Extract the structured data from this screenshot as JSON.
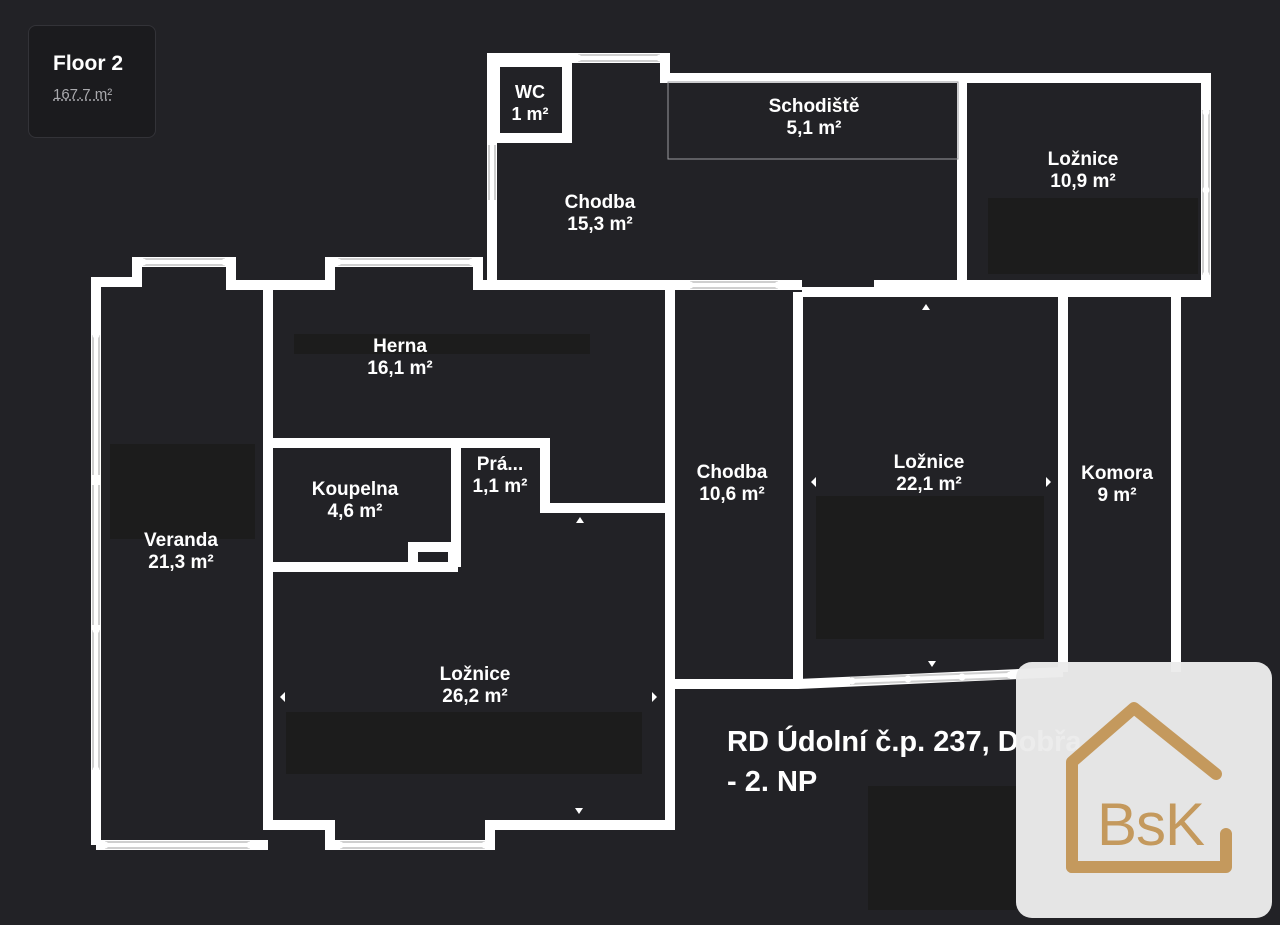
{
  "floor": {
    "title": "Floor 2",
    "area": "167.7 m²"
  },
  "rooms": [
    {
      "id": "wc",
      "name": "WC",
      "area": "1 m²"
    },
    {
      "id": "schodiste",
      "name": "Schodiště",
      "area": "5,1 m²"
    },
    {
      "id": "loznice-ne",
      "name": "Ložnice",
      "area": "10,9 m²"
    },
    {
      "id": "chodba-n",
      "name": "Chodba",
      "area": "15,3 m²"
    },
    {
      "id": "herna",
      "name": "Herna",
      "area": "16,1 m²"
    },
    {
      "id": "veranda",
      "name": "Veranda",
      "area": "21,3 m²"
    },
    {
      "id": "koupelna",
      "name": "Koupelna",
      "area": "4,6 m²"
    },
    {
      "id": "pradelna",
      "name": "Prá...",
      "area": "1,1 m²"
    },
    {
      "id": "chodba-c",
      "name": "Chodba",
      "area": "10,6 m²"
    },
    {
      "id": "loznice-e",
      "name": "Ložnice",
      "area": "22,1 m²"
    },
    {
      "id": "komora",
      "name": "Komora",
      "area": "9 m²"
    },
    {
      "id": "loznice-s",
      "name": "Ložnice",
      "area": "26,2 m²"
    }
  ],
  "caption": {
    "line1": "RD Údolní č.p. 237, Dobřa",
    "line2": "-  2. NP"
  },
  "logo": {
    "text": "BsK",
    "color": "#c4995d",
    "background": "#ebebeb"
  },
  "colors": {
    "background": "#222226",
    "wall": "#ffffff",
    "furniture": "#1c1c1c"
  }
}
